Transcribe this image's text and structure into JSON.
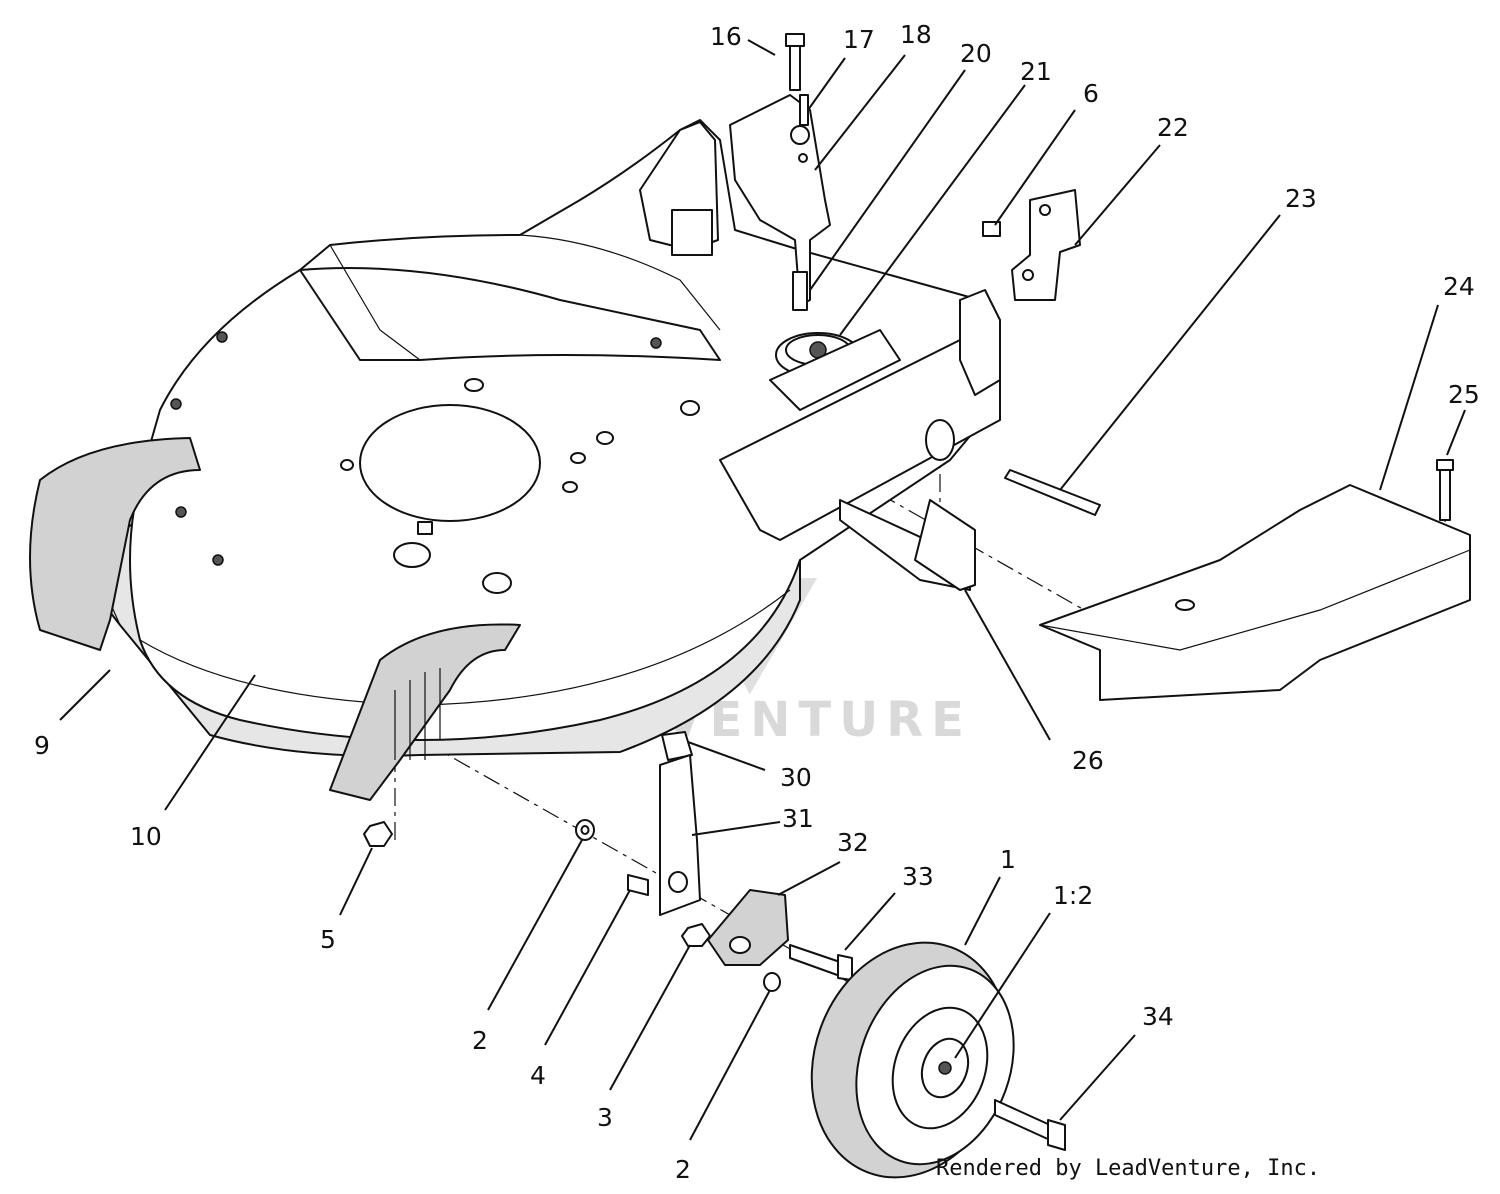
{
  "watermark": "LEADVENTURE",
  "credit": "Rendered by LeadVenture, Inc.",
  "callouts": [
    {
      "id": "c16",
      "label": "16"
    },
    {
      "id": "c17",
      "label": "17"
    },
    {
      "id": "c18",
      "label": "18"
    },
    {
      "id": "c20",
      "label": "20"
    },
    {
      "id": "c21",
      "label": "21"
    },
    {
      "id": "c6",
      "label": "6"
    },
    {
      "id": "c22",
      "label": "22"
    },
    {
      "id": "c23",
      "label": "23"
    },
    {
      "id": "c24",
      "label": "24"
    },
    {
      "id": "c25",
      "label": "25"
    },
    {
      "id": "c26",
      "label": "26"
    },
    {
      "id": "c9",
      "label": "9"
    },
    {
      "id": "c10",
      "label": "10"
    },
    {
      "id": "c5",
      "label": "5"
    },
    {
      "id": "c30",
      "label": "30"
    },
    {
      "id": "c31",
      "label": "31"
    },
    {
      "id": "c32",
      "label": "32"
    },
    {
      "id": "c33",
      "label": "33"
    },
    {
      "id": "c1",
      "label": "1"
    },
    {
      "id": "c12",
      "label": "1:2"
    },
    {
      "id": "c34",
      "label": "34"
    },
    {
      "id": "c2a",
      "label": "2"
    },
    {
      "id": "c4",
      "label": "4"
    },
    {
      "id": "c3",
      "label": "3"
    },
    {
      "id": "c2b",
      "label": "2"
    }
  ]
}
